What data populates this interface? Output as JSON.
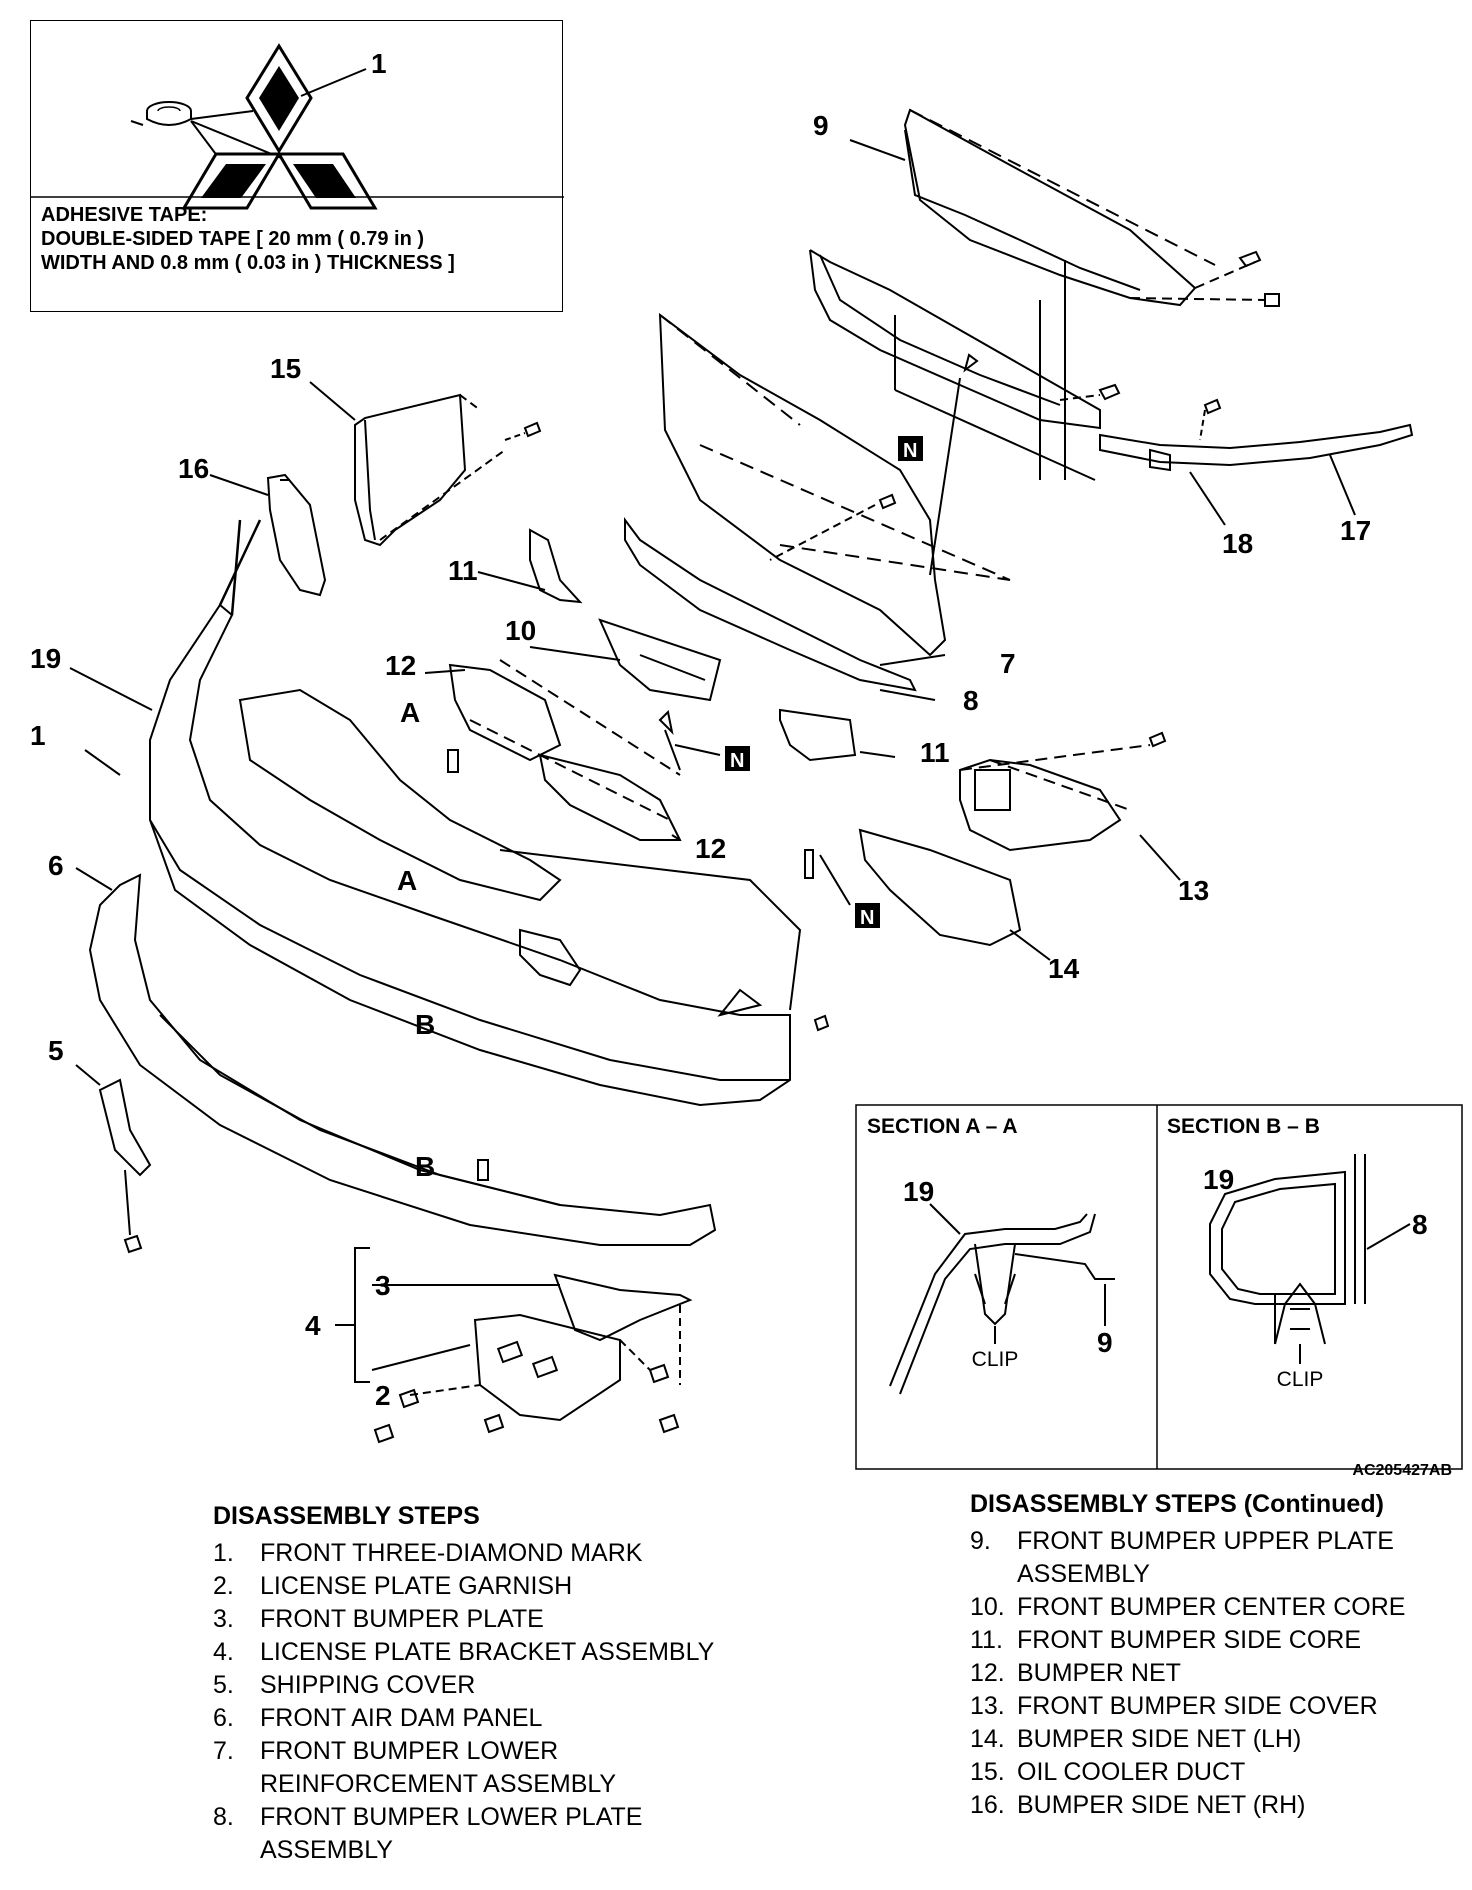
{
  "note": {
    "line1": "ADHESIVE TAPE:",
    "line2": "DOUBLE-SIDED TAPE [ 20 mm ( 0.79 in )",
    "line3": "WIDTH AND 0.8 mm ( 0.03 in ) THICKNESS ]"
  },
  "callouts": {
    "c1": "1",
    "c2": "2",
    "c3": "3",
    "c4": "4",
    "c5": "5",
    "c6": "6",
    "c7": "7",
    "c8": "8",
    "c9": "9",
    "c10": "10",
    "c11": "11",
    "c12": "12",
    "c13": "13",
    "c14": "14",
    "c15": "15",
    "c16": "16",
    "c17": "17",
    "c18": "18",
    "c19": "19",
    "N": "N",
    "A": "A",
    "B": "B"
  },
  "sections": {
    "aa_title": "SECTION A – A",
    "bb_title": "SECTION B – B",
    "clip": "CLIP"
  },
  "figure_code": "AC205427AB",
  "steps_left": {
    "heading": "DISASSEMBLY STEPS",
    "items": [
      {
        "n": "1.",
        "text": "FRONT THREE-DIAMOND MARK"
      },
      {
        "n": "2.",
        "text": "LICENSE PLATE GARNISH"
      },
      {
        "n": "3.",
        "text": "FRONT BUMPER PLATE"
      },
      {
        "n": "4.",
        "text": "LICENSE PLATE BRACKET ASSEMBLY"
      },
      {
        "n": "5.",
        "text": "SHIPPING COVER"
      },
      {
        "n": "6.",
        "text": "FRONT AIR DAM PANEL"
      },
      {
        "n": "7.",
        "text": "FRONT BUMPER LOWER REINFORCEMENT ASSEMBLY"
      },
      {
        "n": "8.",
        "text": "FRONT BUMPER LOWER PLATE ASSEMBLY"
      }
    ]
  },
  "steps_right": {
    "heading": "DISASSEMBLY STEPS (Continued)",
    "items": [
      {
        "n": "9.",
        "text": "FRONT BUMPER UPPER PLATE ASSEMBLY"
      },
      {
        "n": "10.",
        "text": "FRONT BUMPER CENTER CORE"
      },
      {
        "n": "11.",
        "text": "FRONT BUMPER SIDE CORE"
      },
      {
        "n": "12.",
        "text": "BUMPER NET"
      },
      {
        "n": "13.",
        "text": "FRONT BUMPER SIDE COVER"
      },
      {
        "n": "14.",
        "text": "BUMPER SIDE NET (LH)"
      },
      {
        "n": "15.",
        "text": "OIL COOLER DUCT"
      },
      {
        "n": "16.",
        "text": "BUMPER SIDE NET (RH)"
      }
    ]
  }
}
